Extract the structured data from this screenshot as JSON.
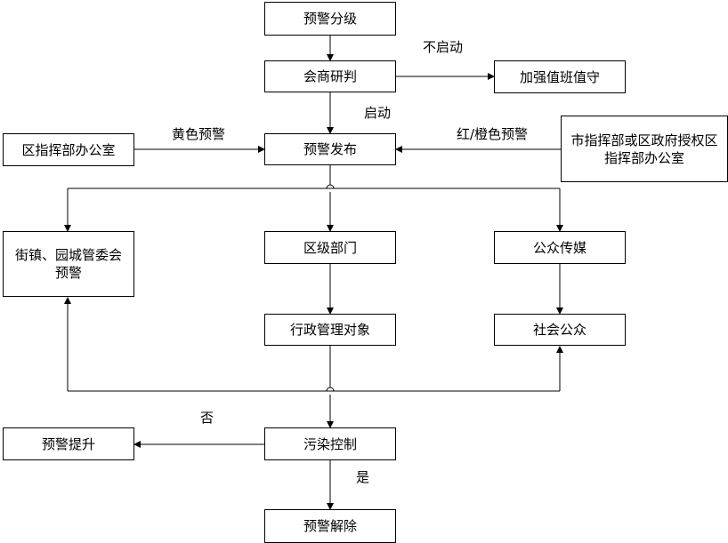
{
  "nodes": {
    "grading": "预警分级",
    "consult": "会商研判",
    "duty": "加强值班值守",
    "district_office": "区指挥部办公室",
    "release": "预警发布",
    "city_office_line1": "市指挥部或区政府授权区",
    "city_office_line2": "指挥部办公室",
    "town_line1": "街镇、园城管委会",
    "town_line2": "预警",
    "district_dept": "区级部门",
    "media": "公众传媒",
    "admin": "行政管理对象",
    "public": "社会公众",
    "pollution": "污染控制",
    "upgrade": "预警提升",
    "cancel": "预警解除"
  },
  "labels": {
    "not_start": "不启动",
    "start": "启动",
    "yellow": "黄色预警",
    "red_orange": "红/橙色预警",
    "no": "否",
    "yes": "是"
  }
}
